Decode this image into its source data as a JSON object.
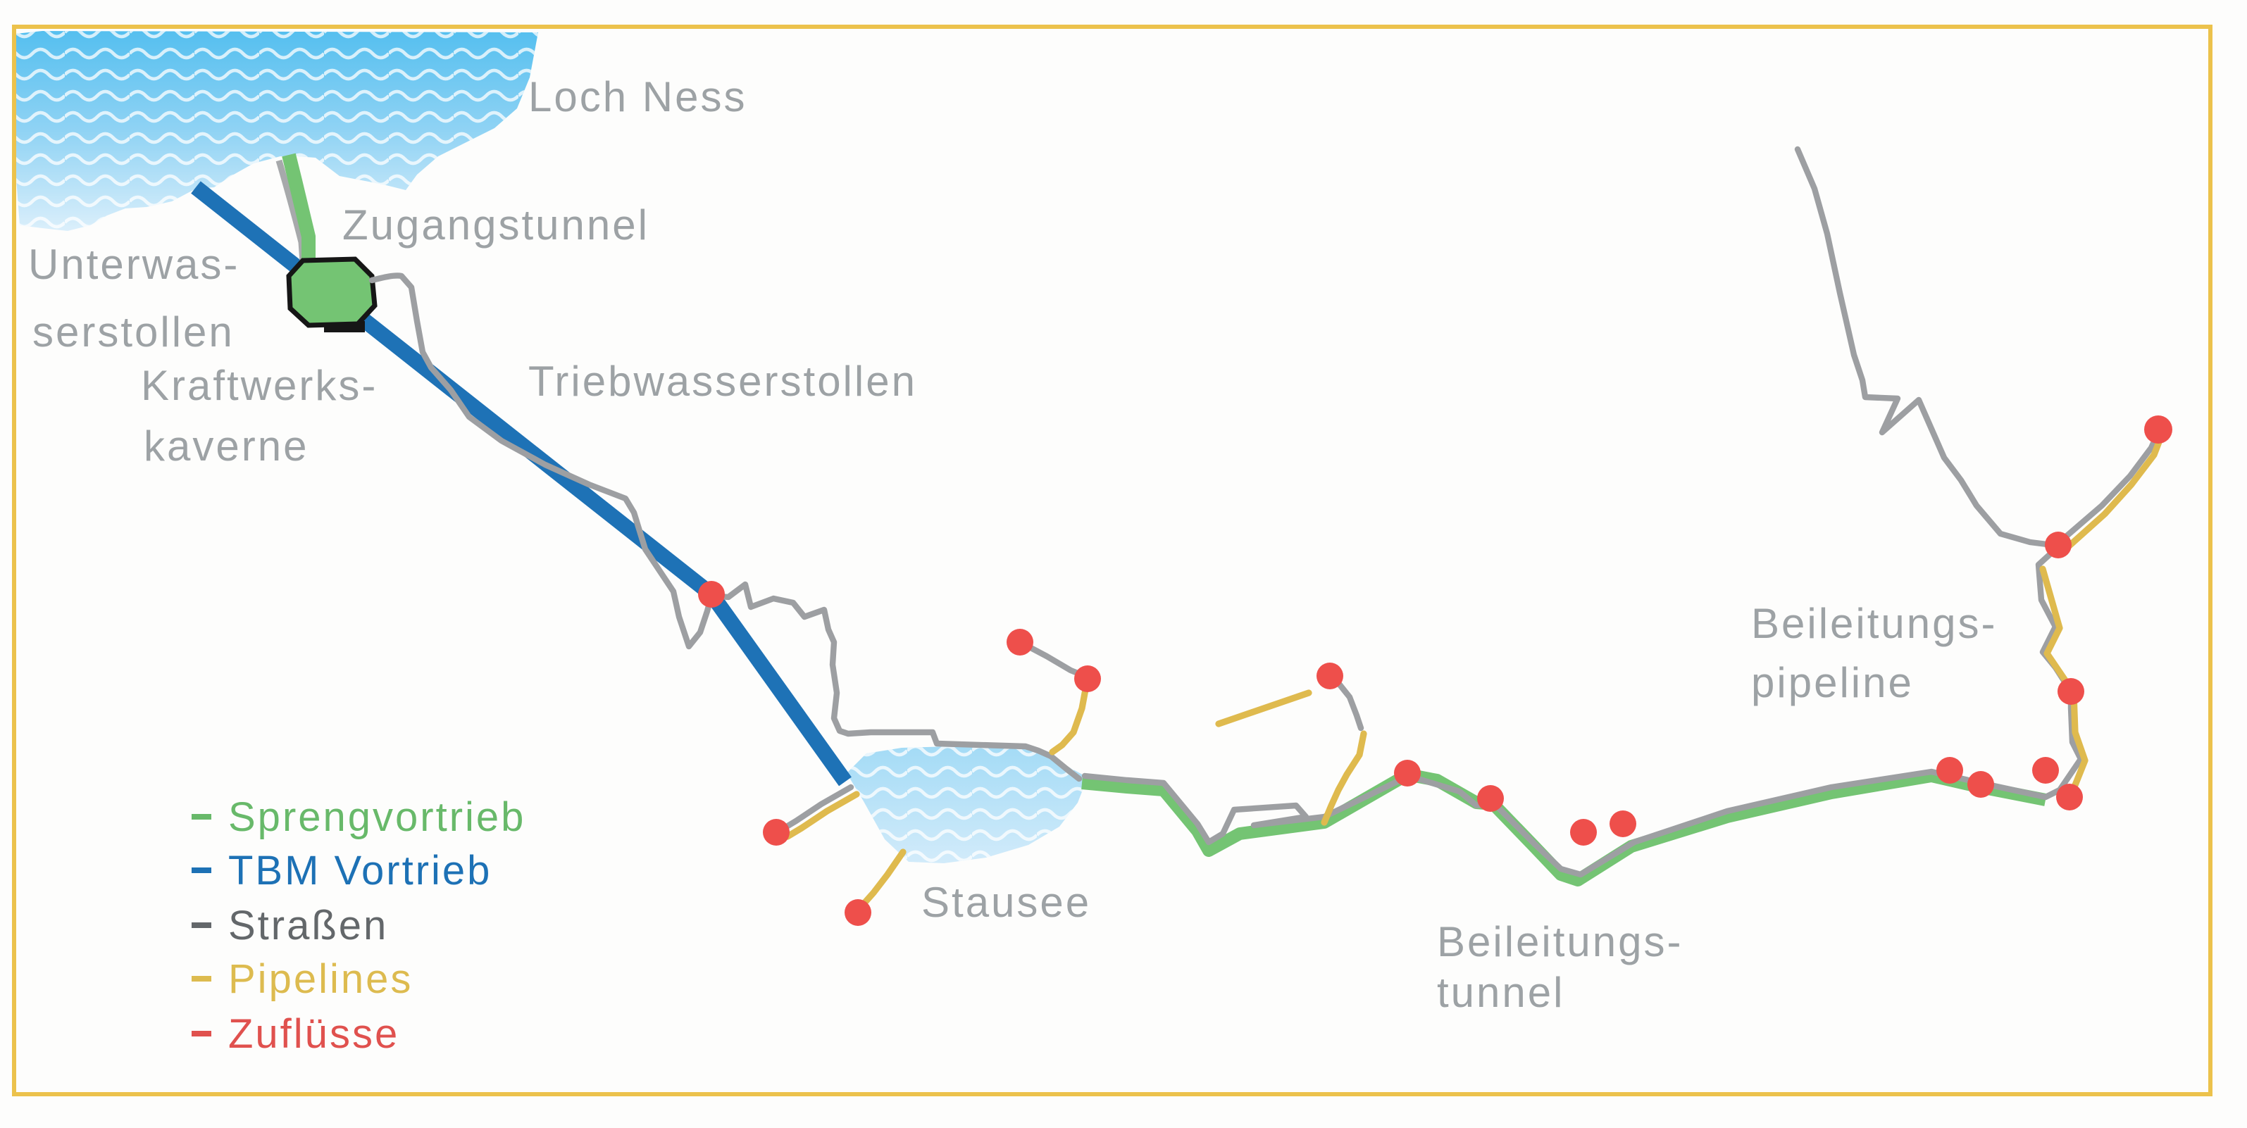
{
  "map": {
    "labels": {
      "loch_ness": "Loch Ness",
      "zugangstunnel": "Zugangstunnel",
      "unterwasserstollen_1": "Unterwas-",
      "unterwasserstollen_2": "serstollen",
      "kraftwerkskaverne_1": "Kraftwerks-",
      "kraftwerkskaverne_2": "kaverne",
      "triebwasserstollen": "Triebwasserstollen",
      "stausee": "Stausee",
      "beileitungstunnel_1": "Beileitungs-",
      "beileitungstunnel_2": "tunnel",
      "beileitungspipeline_1": "Beileitungs-",
      "beileitungspipeline_2": "pipeline"
    },
    "colors": {
      "border": "#ecc24c",
      "water_top": "#55bfef",
      "water_mid": "#90d3f4",
      "water_low": "#dbeffb",
      "reservoir_top": "#a3dbf6",
      "reservoir_low": "#d2ebfa",
      "wave": "#ffffff",
      "tbm": "#1e72b6",
      "blast": "#74c473",
      "cavern_fill": "#74c473",
      "cavern_outline": "#161616",
      "road": "#9d9fa2",
      "road_casing": "#a7a9ab",
      "pipeline": "#dfba4e",
      "inflow": "#ee4f4b",
      "label": "#9da2a5"
    }
  },
  "legend": {
    "items": [
      {
        "label": "Sprengvortrieb",
        "color": "#68b96a"
      },
      {
        "label": "TBM Vortrieb",
        "color": "#1d71b5"
      },
      {
        "label": "Straßen",
        "color": "#63676a"
      },
      {
        "label": "Pipelines",
        "color": "#ddbb4f"
      },
      {
        "label": "Zuflüsse",
        "color": "#e0514e"
      }
    ]
  }
}
